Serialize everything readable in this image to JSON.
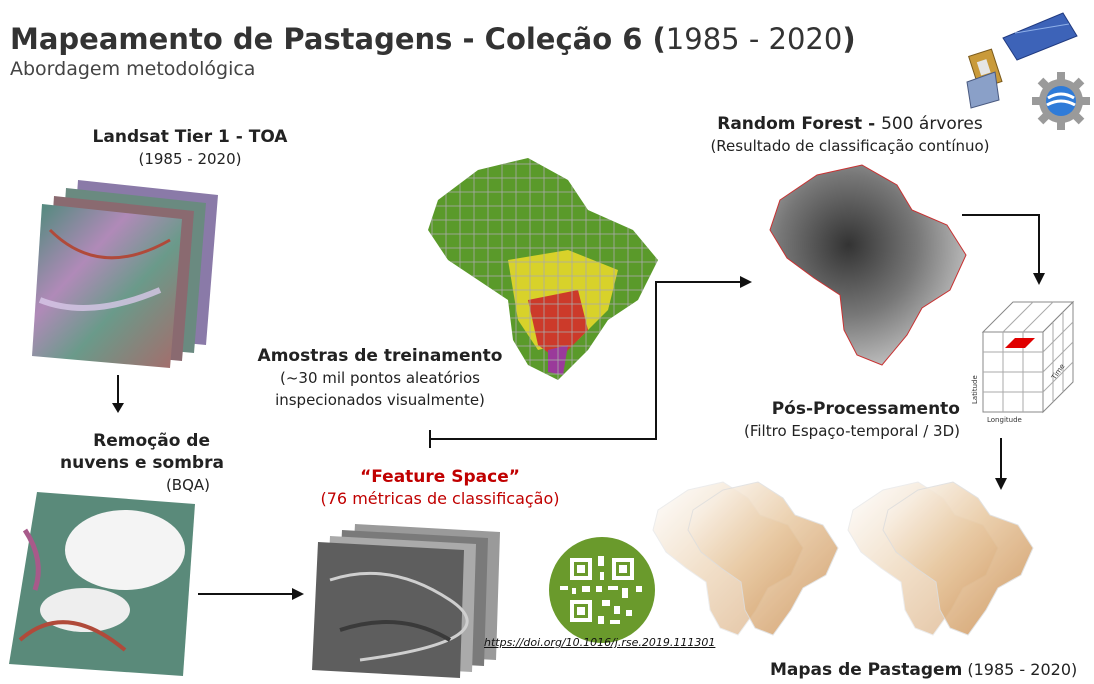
{
  "header": {
    "title_bold": "Mapeamento de Pastagens - Coleção 6 (",
    "title_years": "1985 - 2020",
    "title_close": ")",
    "subtitle": "Abordagem metodológica"
  },
  "steps": {
    "landsat": {
      "title": "Landsat Tier 1 - TOA",
      "years": "(1985 - 2020)"
    },
    "cloud_removal": {
      "line1": "Remoção de",
      "line2": "nuvens e sombra",
      "note": "(BQA)"
    },
    "samples": {
      "title": "Amostras de treinamento",
      "line1": "(~30 mil pontos aleatórios",
      "line2": "inspecionados visualmente)"
    },
    "feature_space": {
      "title": "“Feature Space”",
      "note": "(76 métricas de classificação)"
    },
    "random_forest": {
      "title": "Random Forest",
      "sep": " - ",
      "trees": "500 árvores",
      "note": "(Resultado de classificação contínuo)"
    },
    "post_processing": {
      "title": "Pós-Processamento",
      "note": "(Filtro Espaço-temporal / 3D)"
    },
    "maps": {
      "title": "Mapas de Pastagem",
      "years": " (1985 - 2020)"
    }
  },
  "cube_axes": {
    "latitude": "Latitude",
    "longitude": "Longitude",
    "time": "Time"
  },
  "doi_link": "https://doi.org/10.1016/j.rse.2019.111301",
  "colors": {
    "accent_red": "#c00000",
    "qr_green": "#6a9a2c",
    "pasture_brown": "#c8894a"
  }
}
